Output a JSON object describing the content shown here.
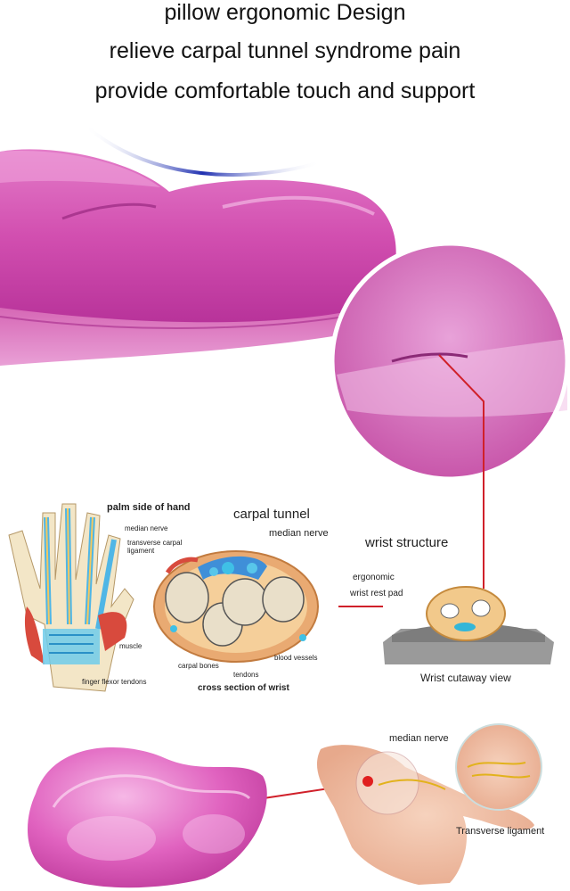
{
  "headline": {
    "line1": "pillow ergonomic Design",
    "line2": "relieve carpal tunnel syndrome pain",
    "line3": "provide comfortable touch and support"
  },
  "anatomy": {
    "palm_title": "palm side of hand",
    "median_nerve": "median nerve",
    "transverse_carpal": "transverse carpal",
    "ligament": "ligament",
    "muscle": "muscle",
    "finger_flexor_tendons": "finger flexor tendons",
    "carpal_tunnel": "carpal tunnel",
    "median_nerve_2": "median nerve",
    "carpal_bones": "carpal bones",
    "tendons": "tendons",
    "blood_vessels": "blood vessels",
    "cross_section": "cross section of wrist"
  },
  "wrist": {
    "structure": "wrist structure",
    "pad_line1": "ergonomic",
    "pad_line2": "wrist rest pad",
    "cutaway": "Wrist cutaway view"
  },
  "hand": {
    "median_nerve": "median nerve",
    "transverse_ligament": "Transverse ligament"
  },
  "colors": {
    "gel_pink": "#d24fb0",
    "gel_highlight": "#f2a9de",
    "callout_red": "#d0202a",
    "accent_blue": "#2a3aa8"
  }
}
